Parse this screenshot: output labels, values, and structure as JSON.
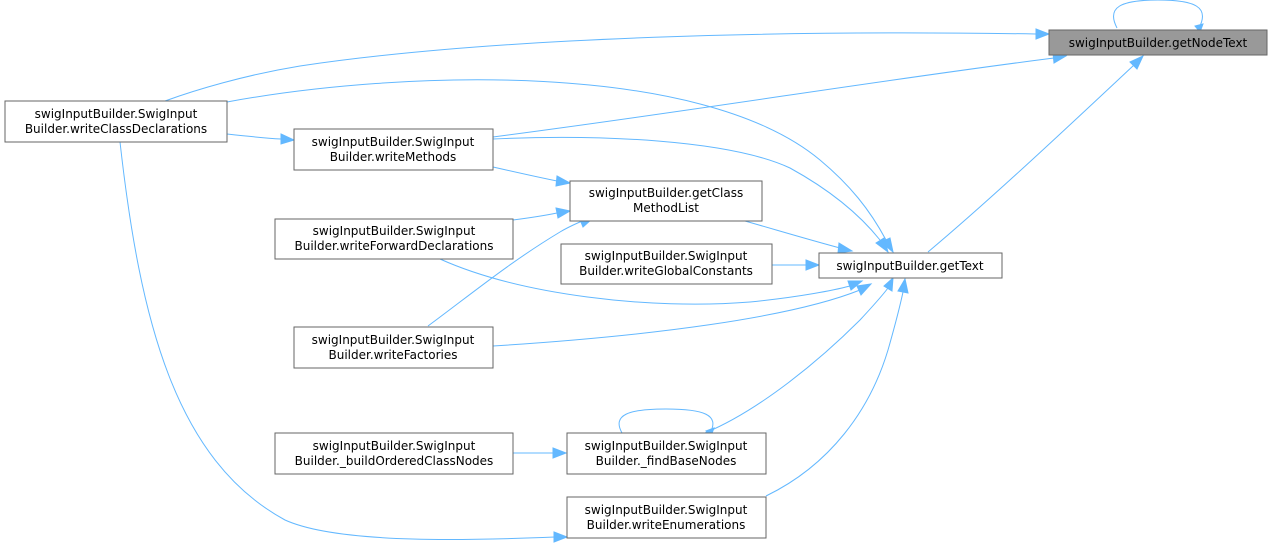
{
  "diagram": {
    "nodes": {
      "getNodeText": {
        "lines": [
          "swigInputBuilder.getNodeText"
        ],
        "highlight": true
      },
      "writeClassDeclarations": {
        "lines": [
          "swigInputBuilder.SwigInput",
          "Builder.writeClassDeclarations"
        ]
      },
      "writeMethods": {
        "lines": [
          "swigInputBuilder.SwigInput",
          "Builder.writeMethods"
        ]
      },
      "getClassMethodList": {
        "lines": [
          "swigInputBuilder.getClass",
          "MethodList"
        ]
      },
      "writeForwardDeclarations": {
        "lines": [
          "swigInputBuilder.SwigInput",
          "Builder.writeForwardDeclarations"
        ]
      },
      "writeGlobalConstants": {
        "lines": [
          "swigInputBuilder.SwigInput",
          "Builder.writeGlobalConstants"
        ]
      },
      "getText": {
        "lines": [
          "swigInputBuilder.getText"
        ]
      },
      "writeFactories": {
        "lines": [
          "swigInputBuilder.SwigInput",
          "Builder.writeFactories"
        ]
      },
      "buildOrderedClassNodes": {
        "lines": [
          "swigInputBuilder.SwigInput",
          "Builder._buildOrderedClassNodes"
        ]
      },
      "findBaseNodes": {
        "lines": [
          "swigInputBuilder.SwigInput",
          "Builder._findBaseNodes"
        ]
      },
      "writeEnumerations": {
        "lines": [
          "swigInputBuilder.SwigInput",
          "Builder.writeEnumerations"
        ]
      }
    },
    "edges": [
      {
        "from": "getNodeText",
        "to": "getNodeText"
      },
      {
        "from": "writeClassDeclarations",
        "to": "getNodeText"
      },
      {
        "from": "writeMethods",
        "to": "getNodeText"
      },
      {
        "from": "getText",
        "to": "getNodeText"
      },
      {
        "from": "writeClassDeclarations",
        "to": "writeMethods"
      },
      {
        "from": "writeClassDeclarations",
        "to": "getText"
      },
      {
        "from": "writeClassDeclarations",
        "to": "writeEnumerations"
      },
      {
        "from": "writeMethods",
        "to": "getClassMethodList"
      },
      {
        "from": "writeMethods",
        "to": "getText"
      },
      {
        "from": "writeForwardDeclarations",
        "to": "getClassMethodList"
      },
      {
        "from": "writeForwardDeclarations",
        "to": "getText"
      },
      {
        "from": "writeFactories",
        "to": "getClassMethodList"
      },
      {
        "from": "writeFactories",
        "to": "getText"
      },
      {
        "from": "getClassMethodList",
        "to": "getText"
      },
      {
        "from": "writeGlobalConstants",
        "to": "getText"
      },
      {
        "from": "findBaseNodes",
        "to": "findBaseNodes"
      },
      {
        "from": "findBaseNodes",
        "to": "getText"
      },
      {
        "from": "buildOrderedClassNodes",
        "to": "findBaseNodes"
      },
      {
        "from": "writeEnumerations",
        "to": "getText"
      }
    ],
    "colors": {
      "edge": "#63b8ff",
      "node_border": "#666666",
      "node_fill": "#ffffff",
      "highlight_fill": "#999999"
    }
  }
}
